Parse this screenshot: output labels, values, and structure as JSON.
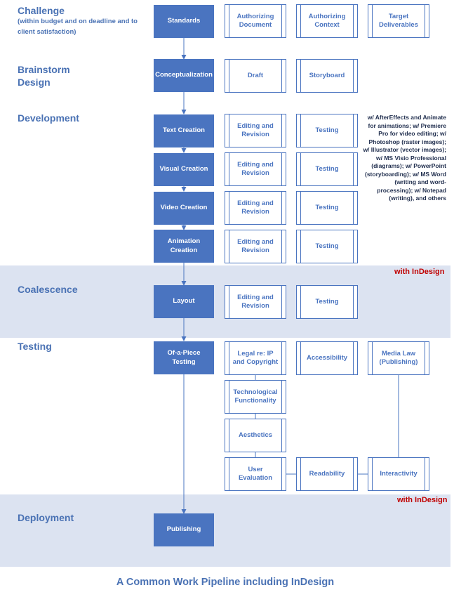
{
  "phases": {
    "challenge": "Challenge",
    "challenge_note": "(within budget and on deadline and to client satisfaction)",
    "brainstorm": "Brainstorm Design",
    "development": "Development",
    "coalescence": "Coalescence",
    "testing": "Testing",
    "deployment": "Deployment"
  },
  "steps": {
    "standards": "Standards",
    "conceptualization": "Conceptualization",
    "text_creation": "Text Creation",
    "visual_creation": "Visual Creation",
    "video_creation": "Video Creation",
    "animation_creation": "Animation Creation",
    "layout": "Layout",
    "of_a_piece_testing": "Of-a-Piece Testing",
    "publishing": "Publishing"
  },
  "subs": {
    "authorizing_document": "Authorizing Document",
    "authorizing_context": "Authorizing Context",
    "target_deliverables": "Target Deliverables",
    "draft": "Draft",
    "storyboard": "Storyboard",
    "editing_revision": "Editing and Revision",
    "testing": "Testing",
    "legal": "Legal re: IP and Copyright",
    "accessibility": "Accessibility",
    "media_law": "Media Law (Publishing)",
    "technological": "Technological Functionality",
    "aesthetics": "Aesthetics",
    "user_evaluation": "User Evaluation",
    "readability": "Readability",
    "interactivity": "Interactivity"
  },
  "tools_note": "w/ AfterEffects and Animate for animations; w/ Premiere Pro for video editing; w/ Photoshop (raster images); w/ Illustrator (vector images); w/ MS Visio Professional (diagrams); w/ PowerPoint (storyboarding); w/ MS Word (writing and word-processing); w/ Notepad (writing), and others",
  "with_indesign": "with InDesign",
  "footer_title": "A Common Work Pipeline including InDesign",
  "colors": {
    "primary": "#4a74c0",
    "band": "#dce3f1",
    "phase_text": "#4a72b4",
    "highlight_red": "#c00000"
  }
}
